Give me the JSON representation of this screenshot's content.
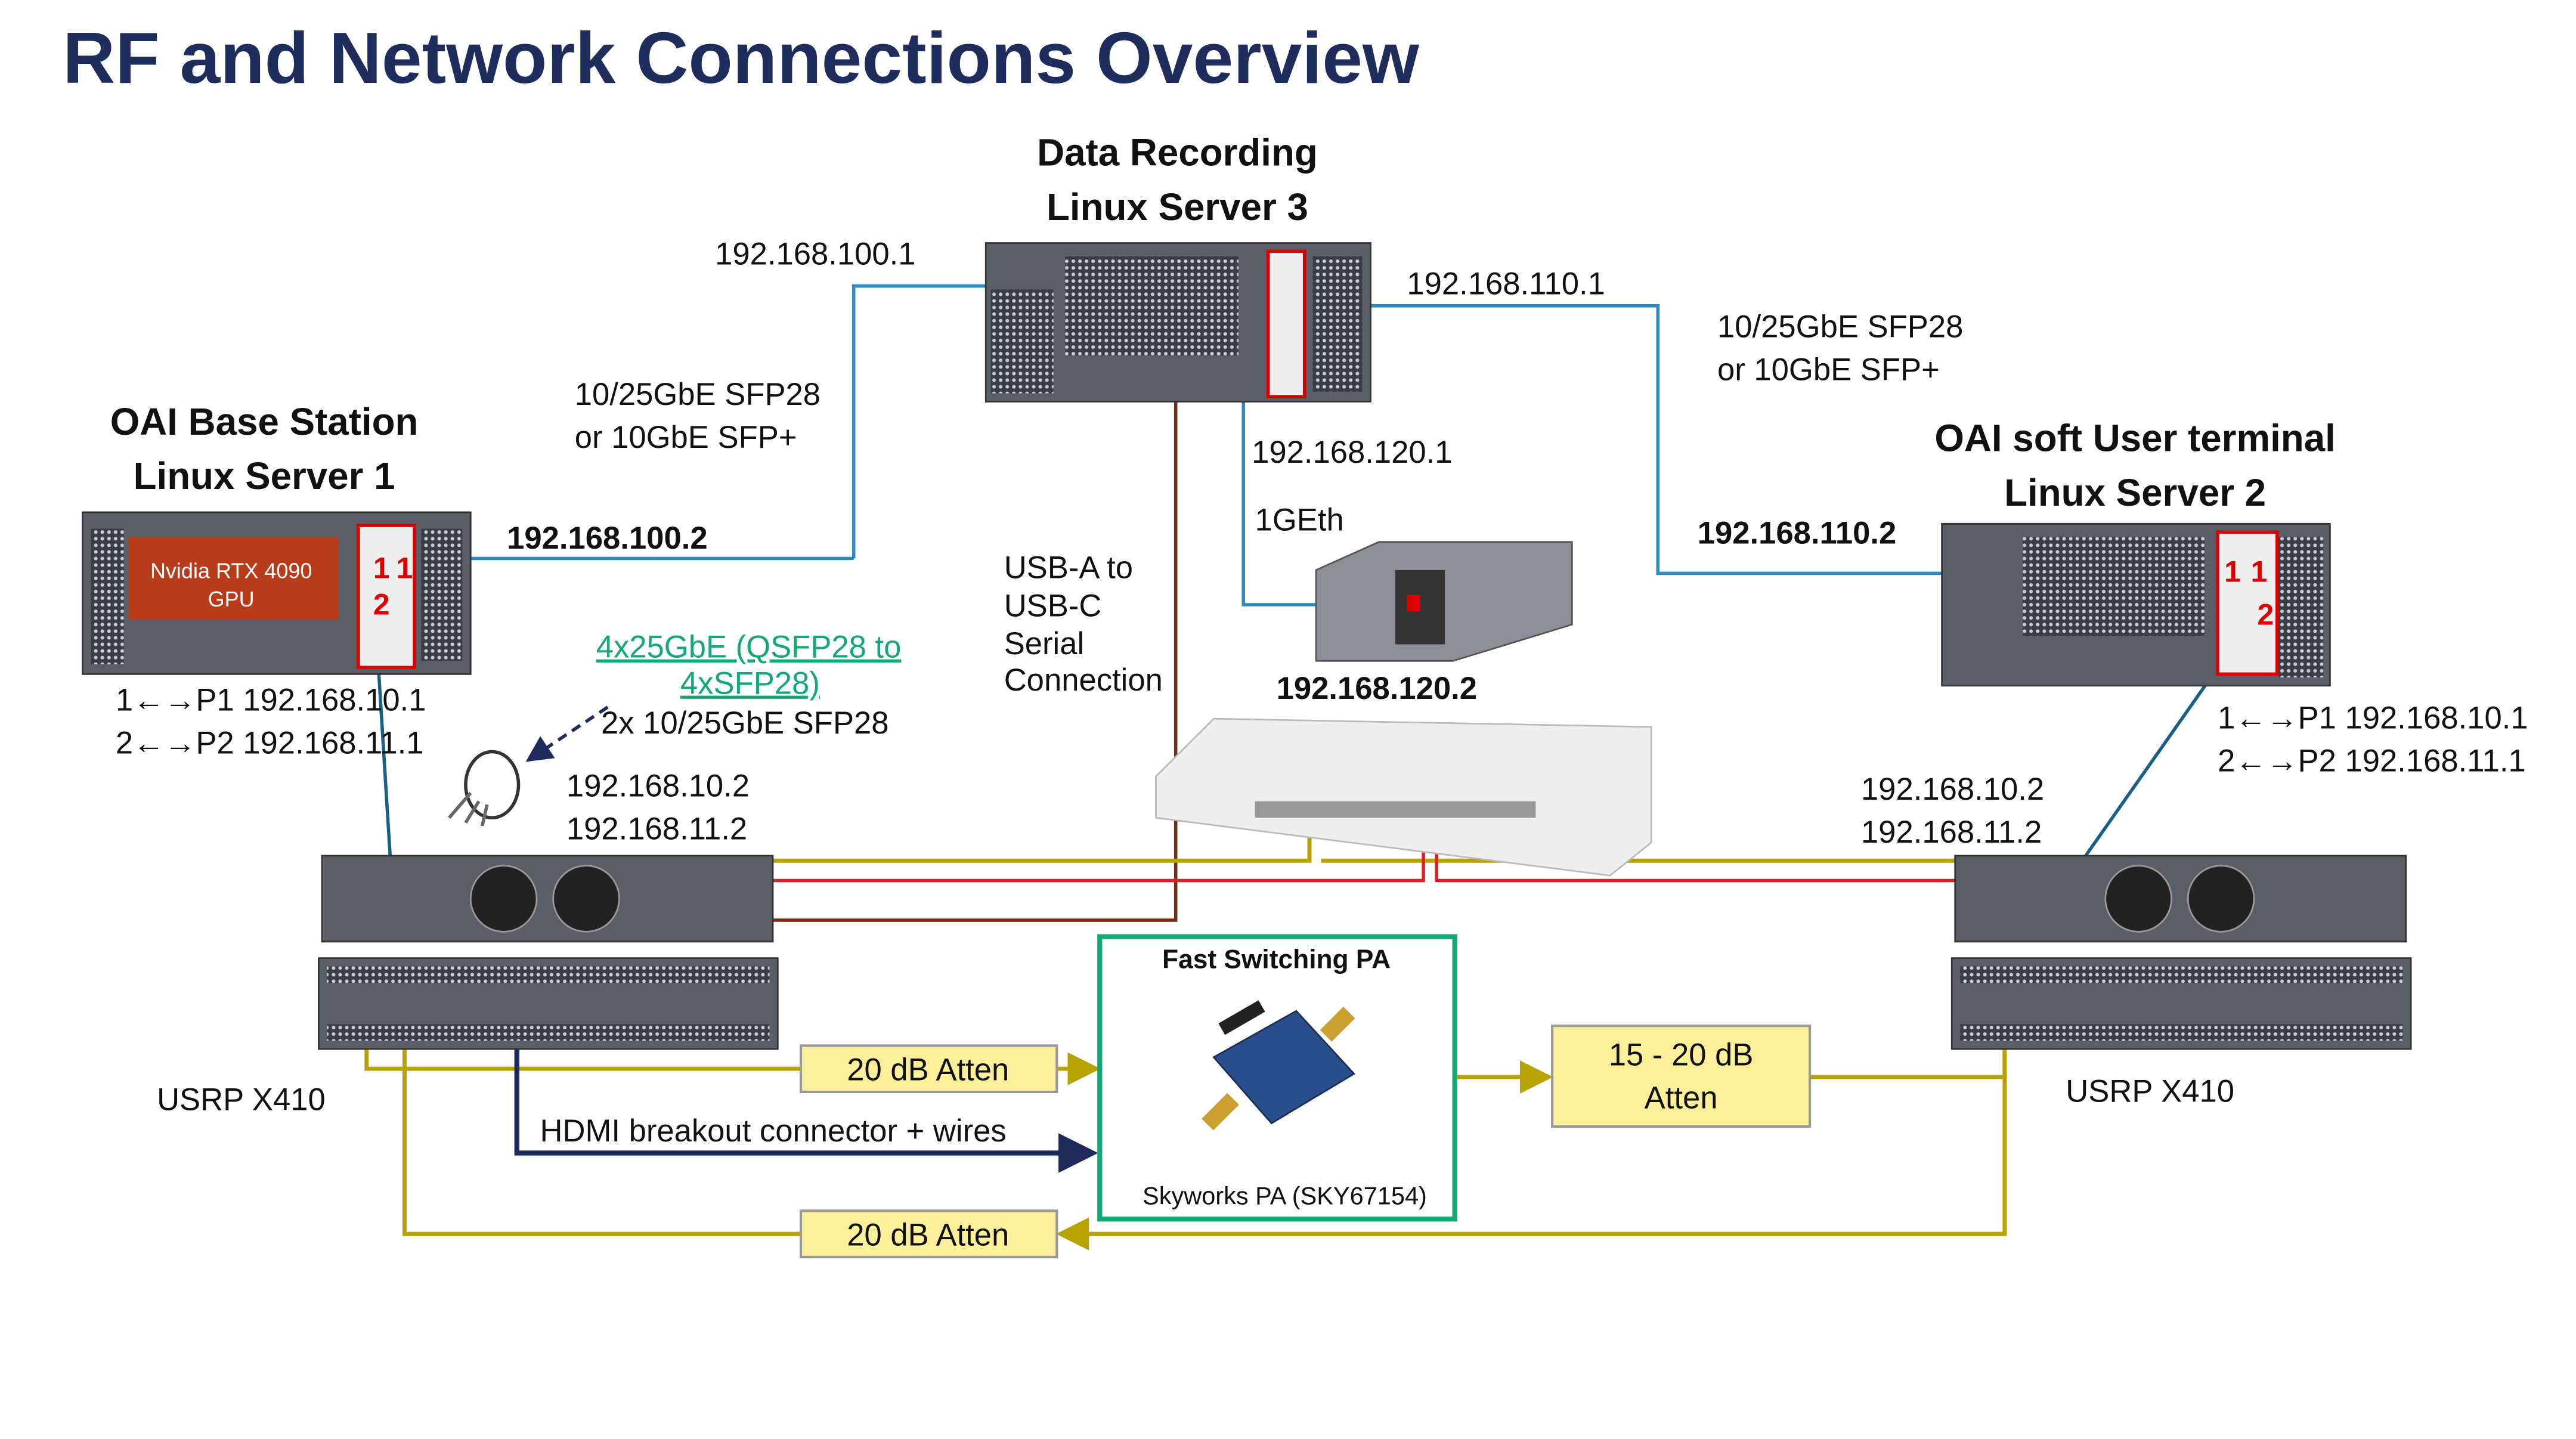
{
  "title": "RF and Network Connections Overview",
  "colors": {
    "title": "#1f2d5c",
    "ethernet": "#2a8cc0",
    "rf": "#b8a200",
    "sync": "#e02020",
    "usb": "#7a2a14",
    "hdmi": "#1f2a5c",
    "pa_border": "#14a878",
    "atten_fill": "#fcef9a",
    "gpu": "#b83c1a",
    "link": "#14a878"
  },
  "server3": {
    "line1": "Data Recording",
    "line2": "Linux Server 3",
    "ip_left": "192.168.100.1",
    "ip_right": "192.168.110.1",
    "ip_down": "192.168.120.1",
    "eth_label": "1GEth"
  },
  "server1": {
    "line1": "OAI Base Station",
    "line2": "Linux Server 1",
    "gpu_line1": "Nvidia RTX 4090",
    "gpu_line2": "GPU",
    "ip": "192.168.100.2",
    "port1": "1←→P1 192.168.10.1",
    "port2": "2←→P2 192.168.11.1"
  },
  "server2": {
    "line1": "OAI soft User terminal",
    "line2": "Linux Server 2",
    "ip": "192.168.110.2",
    "port1": "1←→P1 192.168.10.1",
    "port2": "2←→P2 192.168.11.1"
  },
  "sfp_left": {
    "line1": "10/25GbE SFP28",
    "line2": "or 10GbE SFP+"
  },
  "sfp_right": {
    "line1": "10/25GbE SFP28",
    "line2": "or 10GbE SFP+"
  },
  "usb": {
    "line1": "USB-A to",
    "line2": "USB-C",
    "line3": "Serial",
    "line4": "Connection"
  },
  "ni_device": {
    "ip": "192.168.120.2"
  },
  "breakout": {
    "link_line1": "4x25GbE (QSFP28 to",
    "link_line2": "4xSFP28)",
    "sfp": "2x  10/25GbE SFP28"
  },
  "usrp_left": {
    "ip1": "192.168.10.2",
    "ip2": "192.168.11.2",
    "label": "USRP X410"
  },
  "usrp_right": {
    "ip1": "192.168.10.2",
    "ip2": "192.168.11.2",
    "label": "USRP X410"
  },
  "pa": {
    "title": "Fast Switching PA",
    "caption": "Skyworks PA (SKY67154)"
  },
  "atten_top": "20 dB Atten",
  "atten_bottom": "20 dB Atten",
  "atten_right": {
    "line1": "15 - 20 dB",
    "line2": "Atten"
  },
  "hdmi": "HDMI breakout connector + wires"
}
